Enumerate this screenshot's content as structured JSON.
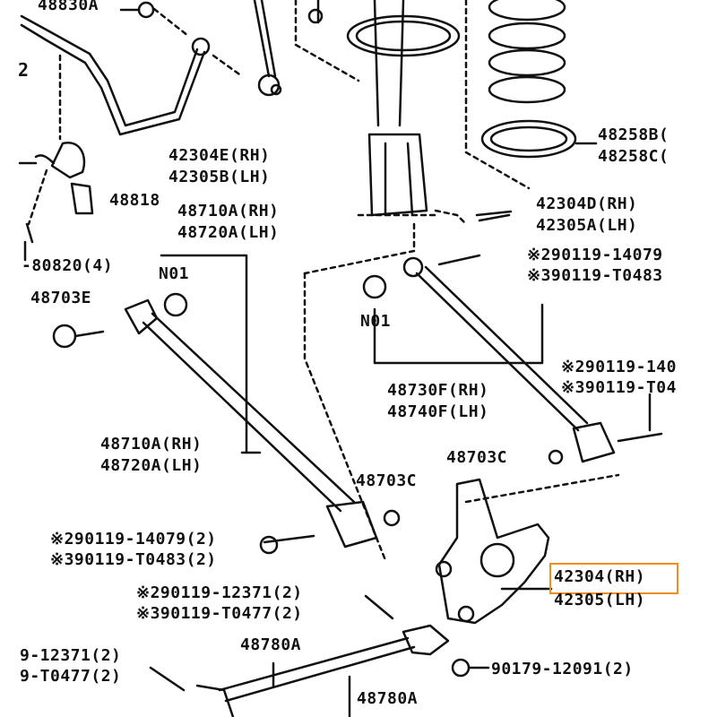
{
  "diagram": {
    "highlight_color": "#f08c1e",
    "line_color": "#111111",
    "labels": {
      "stabilizer_bar": "48830A",
      "group_no": "2",
      "strut_bolt_e_rh": "42304E(RH)",
      "strut_bolt_b_lh": "42305B(LH)",
      "bushing": "48818",
      "arm_top_rh": "48710A(RH)",
      "arm_top_lh": "48720A(LH)",
      "bolt_80820": "-80820(4)",
      "n01_left": "N01",
      "bushing_48703e": "48703E",
      "spring_seat_b": "48258B(",
      "spring_seat_c": "48258C(",
      "strut_bolt_d_rh": "42304D(RH)",
      "strut_bolt_a_lh": "42305A(LH)",
      "bolt_upper_2": "※290119-14079",
      "bolt_upper_3": "※390119-T0483",
      "n01_right": "N01",
      "bolt_right_2": "※290119-140",
      "bolt_right_3": "※390119-T04",
      "arm_730f_rh": "48730F(RH)",
      "arm_740f_lh": "48740F(LH)",
      "arm_lower_rh": "48710A(RH)",
      "arm_lower_lh": "48720A(LH)",
      "bushing_48703c_a": "48703C",
      "bushing_48703c_b": "48703C",
      "bolt_14079_2": "※290119-14079(2)",
      "bolt_t0483_2": "※390119-T0483(2)",
      "knuckle_rh": "42304(RH)",
      "knuckle_lh": "42305(LH)",
      "bolt_12371_2": "※290119-12371(2)",
      "bolt_t0477_2": "※390119-T0477(2)",
      "arm_48780a_top": "48780A",
      "bolt_left_12371": "9-12371(2)",
      "bolt_left_t0477": "9-T0477(2)",
      "nut_12091": "90179-12091(2)",
      "arm_48780a_bottom": "48780A"
    }
  }
}
